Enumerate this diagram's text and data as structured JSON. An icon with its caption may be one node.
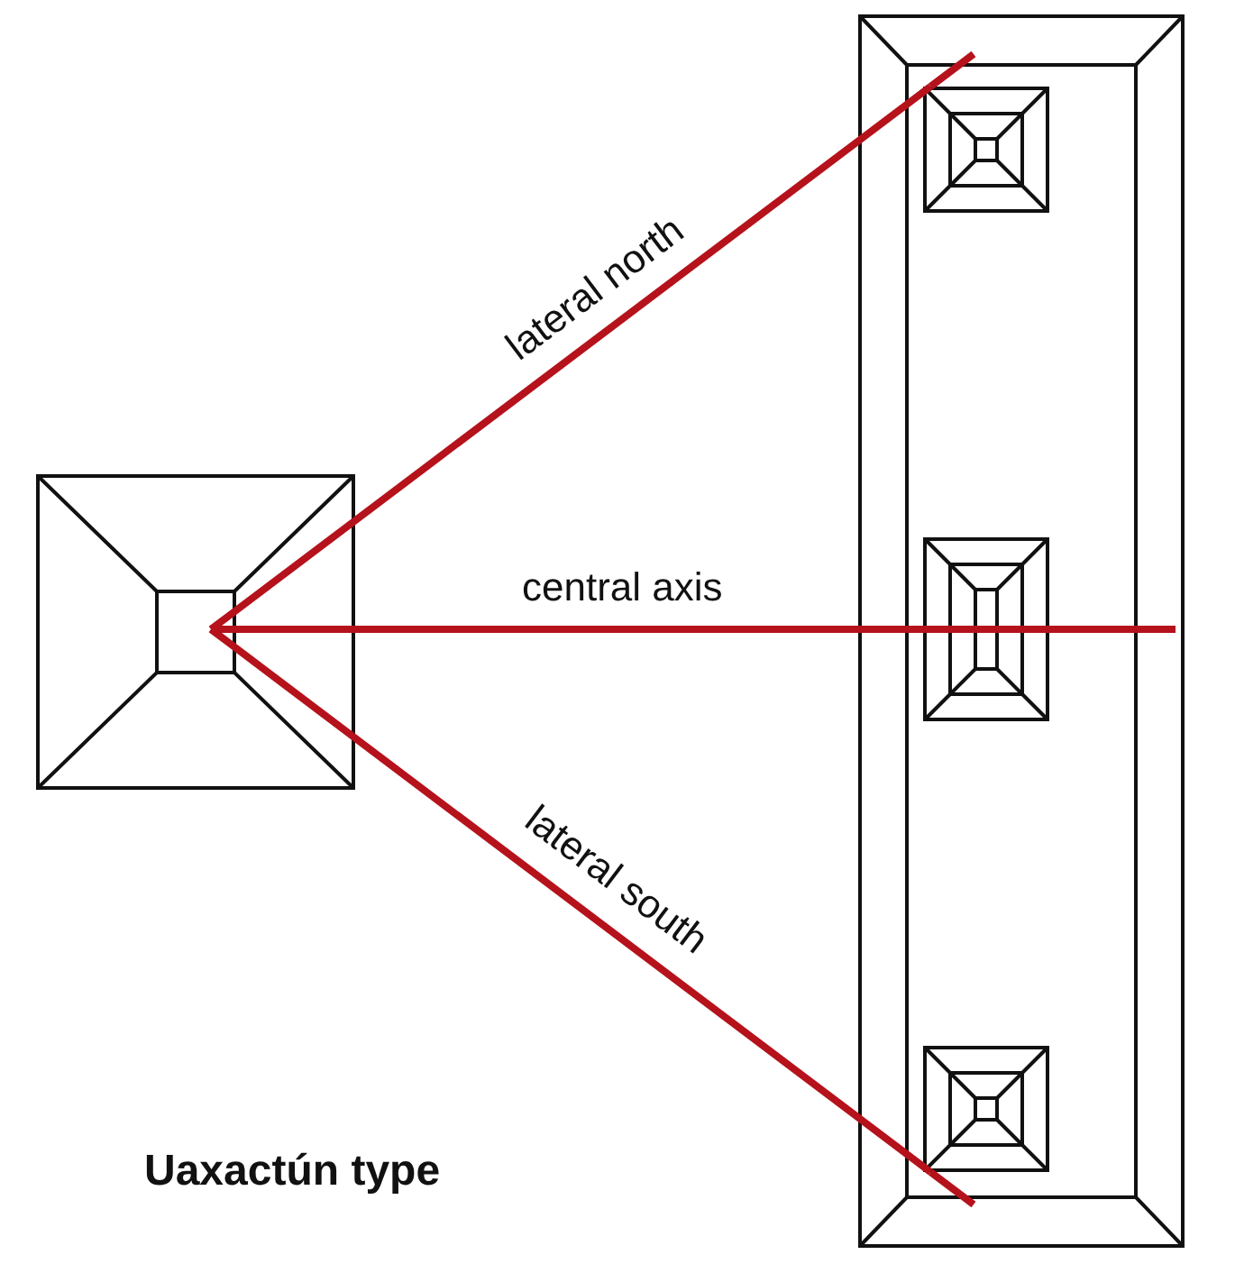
{
  "diagram": {
    "nodes": [
      {
        "text": [],
        "shape": "box"
      },
      {
        "text": [],
        "shape": "box"
      },
      {
        "text": [],
        "shape": "box",
        "in": 1
      },
      {
        "text": [],
        "shape": "box",
        "in": 1
      },
      {
        "text": [],
        "shape": "box",
        "in": 1
      }
    ],
    "edges": [
      {
        "from": 0,
        "to": 2,
        "arrow": "none",
        "label": "lateral north"
      },
      {
        "from": 0,
        "to": 3,
        "arrow": "none",
        "label": "central axis"
      },
      {
        "from": 0,
        "to": 4,
        "arrow": "none",
        "label": "lateral south"
      }
    ],
    "labels": [
      "Uaxactún type"
    ]
  }
}
